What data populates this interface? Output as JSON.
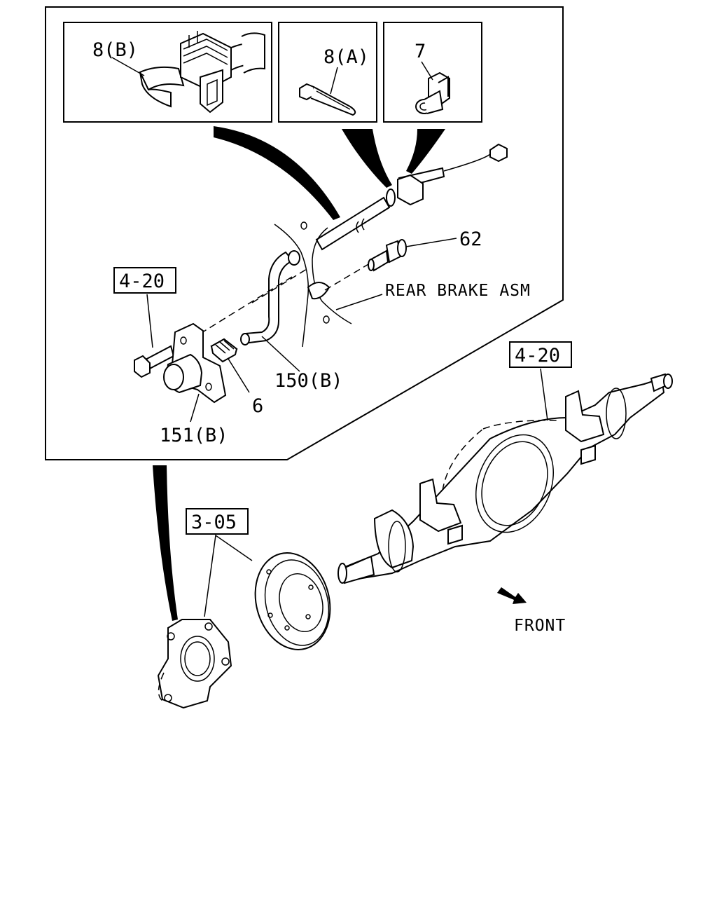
{
  "labels": {
    "clip_8b": "8(B)",
    "tie_8a": "8(A)",
    "clip_7": "7",
    "bolt_62": "62",
    "ref_4_20_top": "4-20",
    "rear_brake_asm": "REAR BRAKE ASM",
    "pipe_150b": "150(B)",
    "roller_6": "6",
    "bracket_151b": "151(B)",
    "ref_4_20_axle": "4-20",
    "ref_3_05": "3-05",
    "front": "FRONT"
  },
  "icons": [
    "front-arrow-icon"
  ]
}
